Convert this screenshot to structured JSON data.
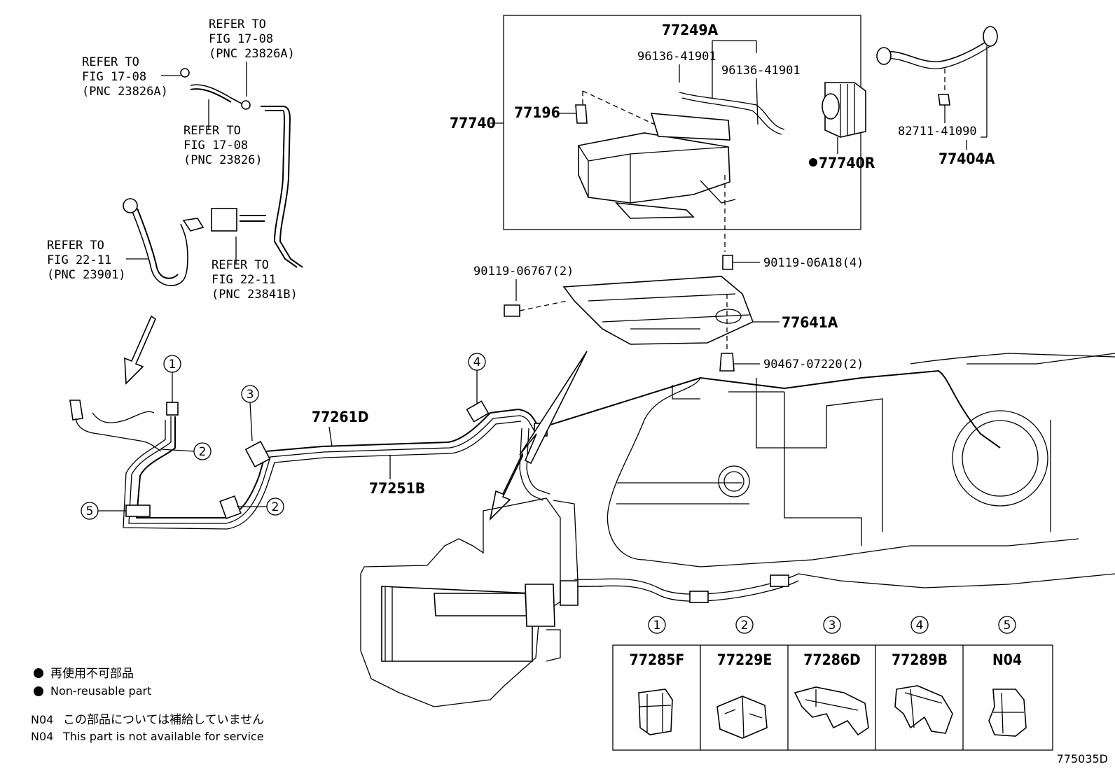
{
  "refs": {
    "r1": [
      "REFER TO",
      "FIG 17-08",
      "(PNC 23826A)"
    ],
    "r2": [
      "REFER TO",
      "FIG 17-08",
      "(PNC 23826A)"
    ],
    "r3": [
      "REFER TO",
      "FIG 17-08",
      "(PNC 23826)"
    ],
    "r4": [
      "REFER TO",
      "FIG 22-11",
      "(PNC 23901)"
    ],
    "r5": [
      "REFER TO",
      "FIG 22-11",
      "(PNC 23841B)"
    ]
  },
  "parts": {
    "p77249A": "77249A",
    "p96136a": "96136-41901",
    "p96136b": "96136-41901",
    "p77740": "77740",
    "p77196": "77196",
    "p77740R": "77740R",
    "p82711": "82711-41090",
    "p77404A": "77404A",
    "p90119a": "90119-06767(2)",
    "p90119b": "90119-06A18(4)",
    "p77641A": "77641A",
    "p90467": "90467-07220(2)",
    "p77261D": "77261D",
    "p77251B": "77251B"
  },
  "callouts": [
    "1",
    "2",
    "2",
    "3",
    "4",
    "5"
  ],
  "table": {
    "headers": [
      "1",
      "2",
      "3",
      "4",
      "5"
    ],
    "cells": [
      "77285F",
      "77229E",
      "77286D",
      "77289B",
      "N04"
    ]
  },
  "legend": {
    "jp_nonreuse": "再使用不可部品",
    "en_nonreuse": "Non-reusable part",
    "n04_code_1": "N04",
    "jp_n04": "この部品については補給していません",
    "n04_code_2": "N04",
    "en_n04": "This part is not available for service"
  },
  "figure_id": "775035D"
}
